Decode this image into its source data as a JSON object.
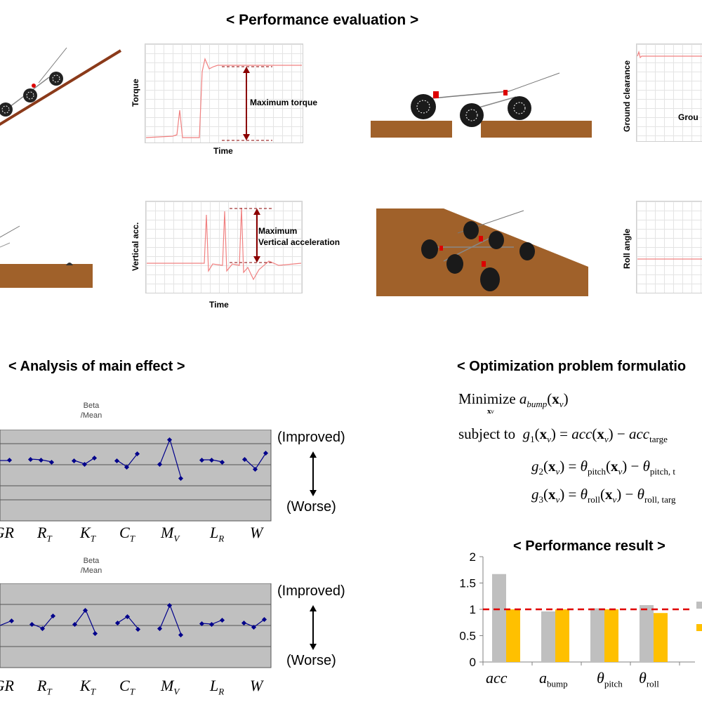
{
  "headings": {
    "performance_evaluation": "< Performance evaluation >",
    "main_effect": "< Analysis of main effect >",
    "optimization": "< Optimization problem formulatio",
    "performance_result": "< Performance result >"
  },
  "plots": {
    "torque": {
      "ylabel": "Torque",
      "xlabel": "Time",
      "annotation": "Maximum torque"
    },
    "ground": {
      "ylabel": "Ground clearance",
      "annotation": "Grou"
    },
    "vertical": {
      "ylabel": "Vertical acc.",
      "xlabel": "Time",
      "annotation_1": "Maximum",
      "annotation_2": "Vertical acceleration"
    },
    "roll": {
      "ylabel": "Roll angle"
    }
  },
  "main_effect": {
    "panel_title_1": "Beta",
    "panel_title_2": "/Mean",
    "improved": "(Improved)",
    "worse": "(Worse)",
    "factors": [
      "GR",
      "R",
      "K",
      "C",
      "M",
      "L",
      "W"
    ],
    "factor_subs": [
      "",
      "T",
      "T",
      "T",
      "V",
      "R",
      ""
    ]
  },
  "optimization": {
    "minimize": "Minimize",
    "subject_to": "subject to",
    "x_sub": "x",
    "v_sub": "v"
  },
  "chart_data": {
    "type": "bar",
    "title": "< Performance result >",
    "categories": [
      "acc",
      "a_bump",
      "θ_pitch",
      "θ_roll"
    ],
    "series": [
      {
        "values": [
          1.67,
          0.96,
          1.02,
          1.08
        ],
        "color": "#bfbfbf"
      },
      {
        "values": [
          1.0,
          1.0,
          1.0,
          0.93
        ],
        "color": "#ffc000"
      }
    ],
    "reference_line": 1,
    "reference_color": "#e00000",
    "ylim": [
      0,
      2
    ],
    "yticks": [
      "0",
      "0.5",
      "1",
      "1.5",
      "2"
    ]
  }
}
